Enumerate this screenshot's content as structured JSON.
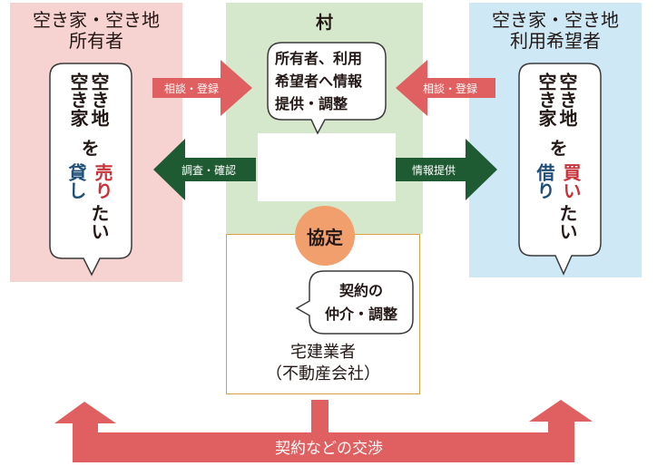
{
  "colors": {
    "owner_panel": "#f6d2d0",
    "village_panel": "#d6e8cc",
    "user_panel": "#cfe8f5",
    "red_arrow": "#e05f60",
    "green_arrow": "#1e5b33",
    "agreement_circle": "#f1a06d",
    "agent_border": "#d9a24a",
    "sell_red": "#c8333a",
    "rent_blue": "#1f4e79"
  },
  "owner": {
    "title_line1": "空き家・空き地",
    "title_line2": "所有者",
    "bubble": {
      "col1": "空き地",
      "col2": "空き家",
      "particle": "を",
      "verb_sell": "売り",
      "verb_rent": "貸し",
      "ending": "たい"
    }
  },
  "village": {
    "title": "村",
    "bubble_lines": [
      "所有者、利用",
      "希望者へ情報",
      "提供・調整"
    ]
  },
  "user": {
    "title_line1": "空き家・空き地",
    "title_line2": "利用希望者",
    "bubble": {
      "col1": "空き地",
      "col2": "空き家",
      "particle": "を",
      "verb_buy": "買い",
      "verb_borrow": "借り",
      "ending": "たい"
    }
  },
  "arrows": {
    "owner_to_village": "相談・登録",
    "village_to_owner": "調査・確認",
    "user_to_village": "相談・登録",
    "village_to_user": "情報提供",
    "negotiation": "契約などの交渉"
  },
  "agreement": "協定",
  "agent": {
    "bubble_lines": [
      "契約の",
      "仲介・調整"
    ],
    "name_line1": "宅建業者",
    "name_line2": "（不動産会社）"
  }
}
